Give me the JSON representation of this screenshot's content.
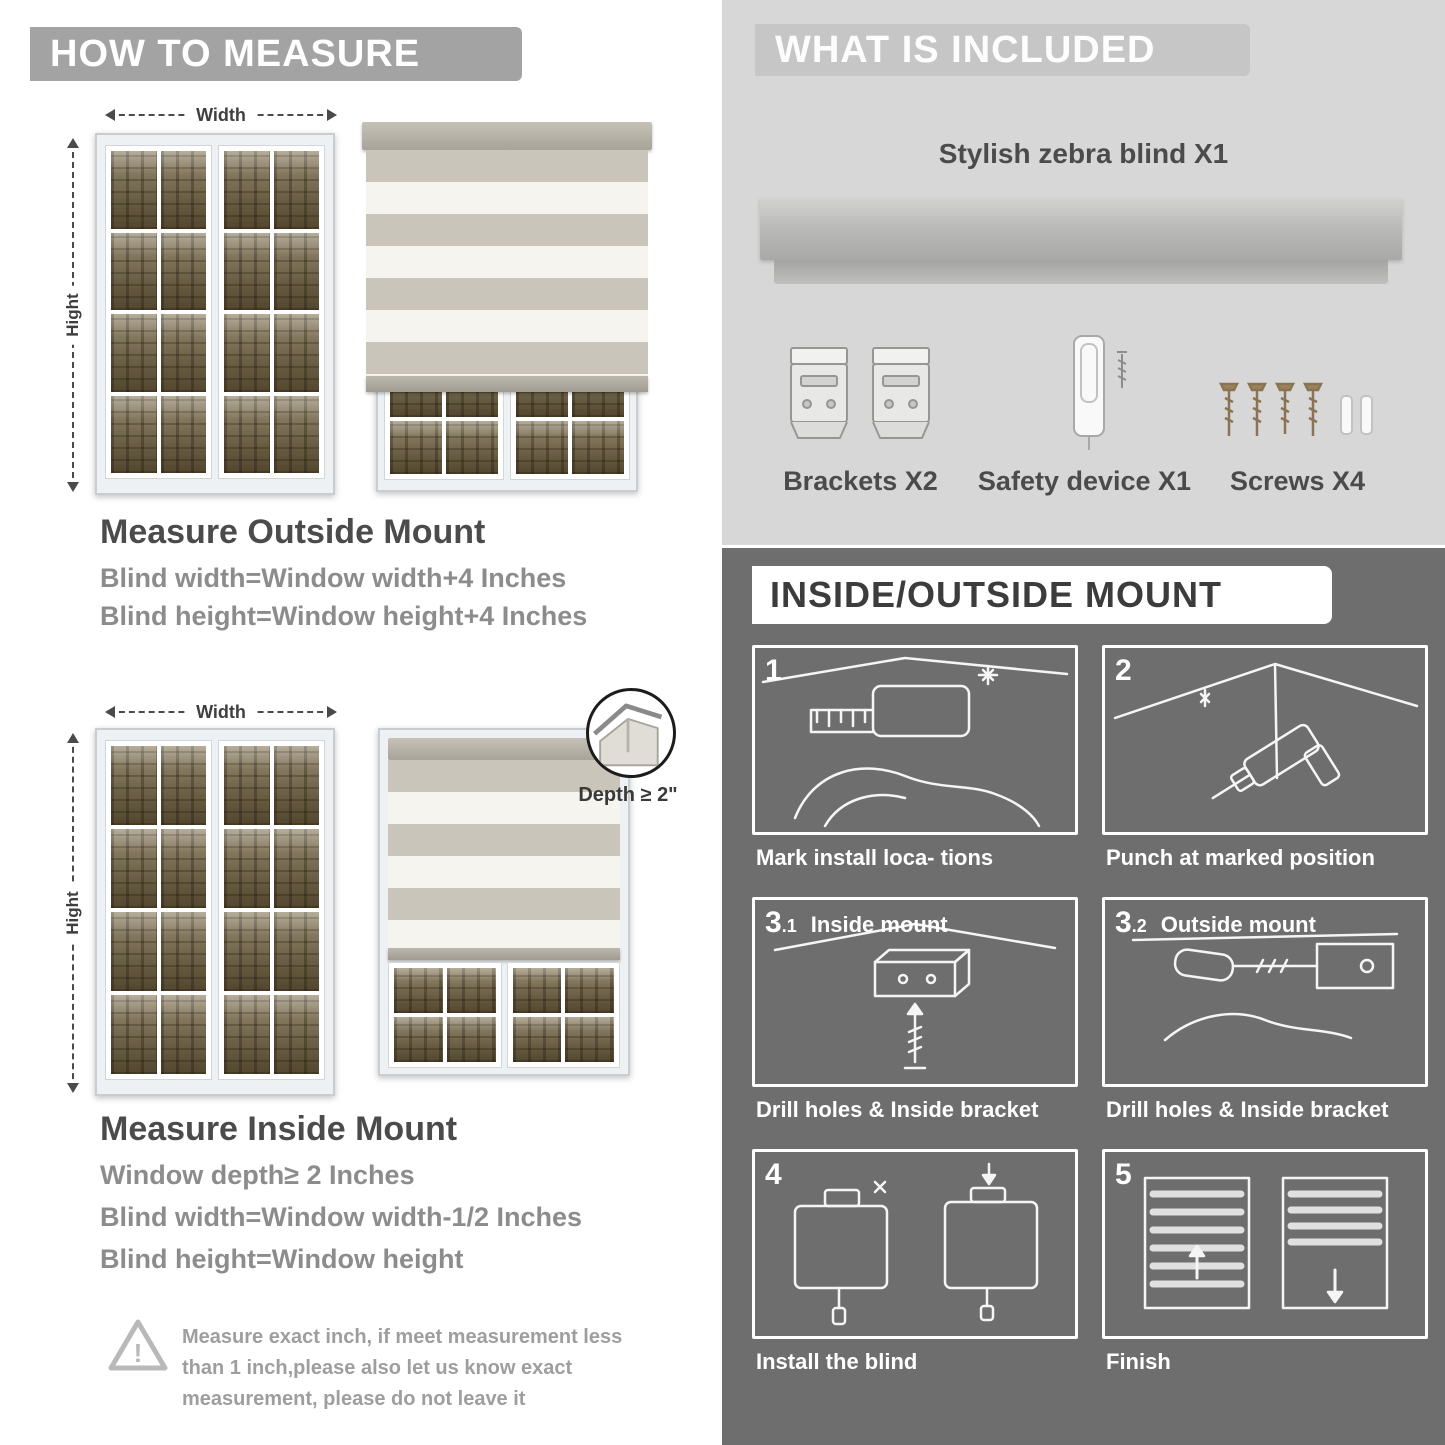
{
  "left": {
    "header": "HOW TO MEASURE",
    "outside_mount": {
      "width_label": "Width",
      "height_label": "Hight",
      "title": "Measure Outside Mount",
      "formula1": "Blind width=Window width+4 Inches",
      "formula2": "Blind height=Window height+4 Inches"
    },
    "inside_mount": {
      "width_label": "Width",
      "height_label": "Hight",
      "depth_label": "Depth ≥ 2\"",
      "title": "Measure Inside Mount",
      "formula1": "Window depth≥ 2 Inches",
      "formula2": "Blind width=Window width-1/2 Inches",
      "formula3": "Blind height=Window height"
    },
    "warning_note": {
      "line1": "Measure exact inch, if meet measurement less",
      "line2": "than 1 inch,please also let us know exact",
      "line3": "measurement, please do not leave it"
    }
  },
  "right": {
    "included": {
      "header": "WHAT IS INCLUDED",
      "product_label": "Stylish zebra blind X1",
      "items": [
        {
          "label": "Brackets X2"
        },
        {
          "label": "Safety device X1"
        },
        {
          "label": "Screws X4"
        }
      ]
    },
    "mount_steps": {
      "header": "INSIDE/OUTSIDE MOUNT",
      "steps": [
        {
          "number": "1",
          "caption": "Mark install loca- tions"
        },
        {
          "number": "2",
          "caption": "Punch at  marked position"
        },
        {
          "number": "3",
          "sub": ".1",
          "title": "Inside mount",
          "caption": "Drill holes &  Inside bracket"
        },
        {
          "number": "3",
          "sub": ".2",
          "title": "Outside mount",
          "caption": "Drill holes &  Inside bracket"
        },
        {
          "number": "4",
          "caption": "Install the blind"
        },
        {
          "number": "5",
          "caption": "Finish"
        }
      ]
    }
  }
}
